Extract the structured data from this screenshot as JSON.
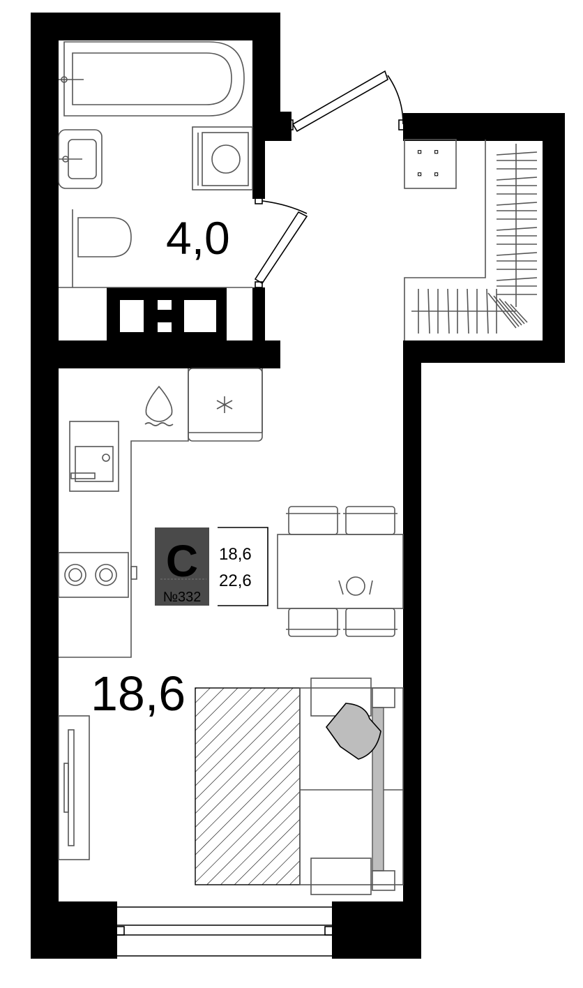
{
  "rooms": {
    "bathroom_area": "4,0",
    "living_area": "18,6"
  },
  "badge": {
    "letter": "C",
    "number": "№332",
    "living_area": "18,6",
    "total_area": "22,6",
    "badge_color": "#4a4a4a"
  },
  "colors": {
    "wall": "#000000",
    "fixture_line": "#555555",
    "pillow_fill": "#bdbdbd"
  },
  "icons": [
    "water-drop-icon",
    "snowflake-icon",
    "bathtub-icon",
    "washing-machine-icon",
    "toilet-icon",
    "sink-icon",
    "stove-icon",
    "hob-icon"
  ]
}
